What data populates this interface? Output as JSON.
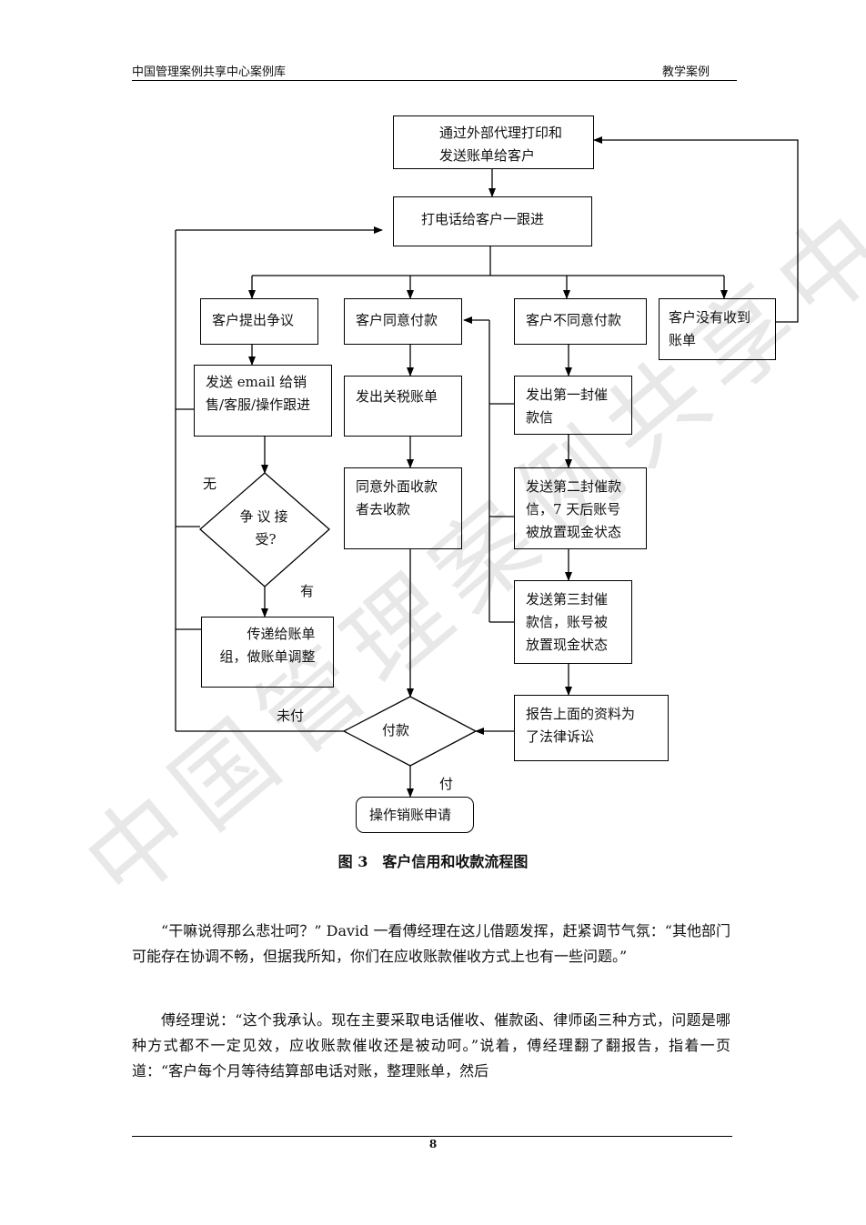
{
  "header": {
    "left": "中国管理案例共享中心案例库",
    "right": "教学案例"
  },
  "watermark": "中国管理案例共享中心",
  "flowchart": {
    "print_send": [
      "通过外部代理打印和",
      "发送账单给客户"
    ],
    "call_follow": "打电话给客户一跟进",
    "dispute": "客户提出争议",
    "agree_pay": "客户同意付款",
    "disagree_pay": "客户不同意付款",
    "not_received": [
      "客户没有收到",
      "账单"
    ],
    "send_email": [
      "发送 email 给销",
      "售/客服/操作跟进"
    ],
    "tax_bill": "发出关税账单",
    "outside_collector": [
      "同意外面收款",
      "者去收款"
    ],
    "first_letter": [
      "发出第一封催",
      "款信"
    ],
    "second_letter": [
      "发送第二封催款",
      "信，7 天后账号",
      "被放置现金状态"
    ],
    "third_letter": [
      "发送第三封催",
      "款信，账号被",
      "放置现金状态"
    ],
    "legal": [
      "报告上面的资料为",
      "了法律诉讼"
    ],
    "dispute_decision": [
      "争议接",
      "受?"
    ],
    "pass_billing": [
      "传递给账单",
      "组，做账单调整"
    ],
    "payment_decision": "付款",
    "write_off": "操作销账申请",
    "label_no": "无",
    "label_yes": "有",
    "label_unpaid": "未付",
    "label_paid": "付"
  },
  "caption": "图 3　客户信用和收款流程图",
  "paragraphs": [
    "“干嘛说得那么悲壮呵？” David 一看傅经理在这儿借题发挥，赶紧调节气氛：“其他部门可能存在协调不畅，但据我所知，你们在应收账款催收方式上也有一些问题。”",
    "傅经理说：“这个我承认。现在主要采取电话催收、催款函、律师函三种方式，问题是哪种方式都不一定见效，应收账款催收还是被动呵。”说着，傅经理翻了翻报告，指着一页道：“客户每个月等待结算部电话对账，整理账单，然后"
  ],
  "page_number": "8"
}
